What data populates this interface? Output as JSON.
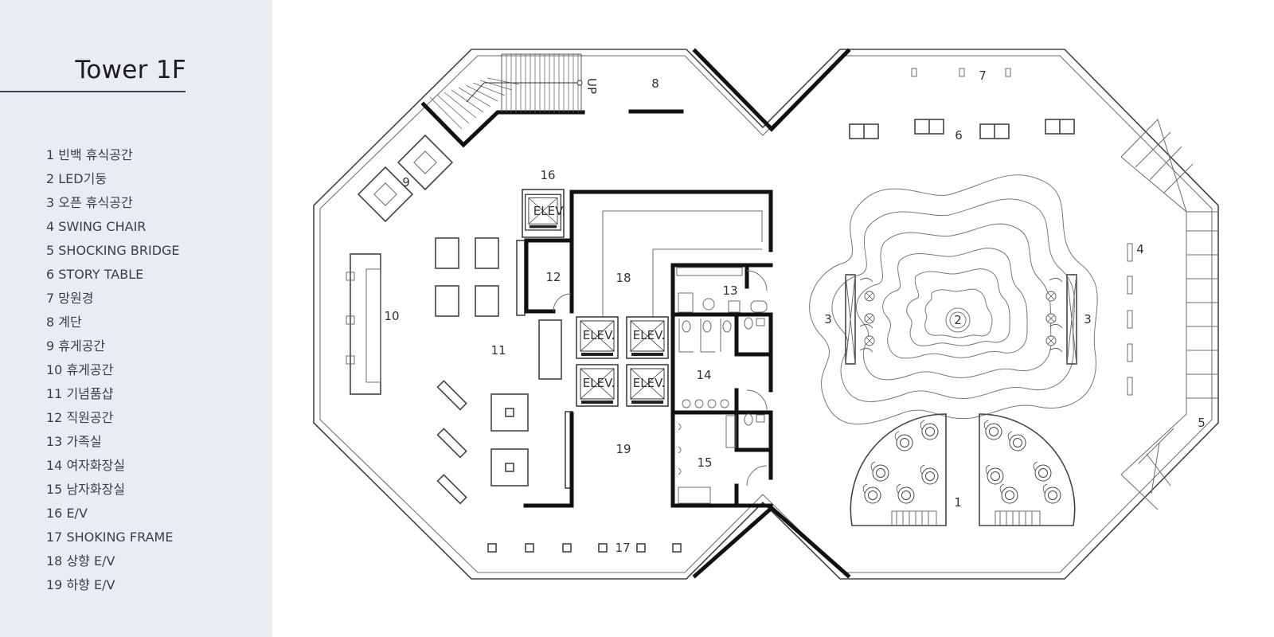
{
  "title": "Tower 1F",
  "legend": [
    "1 빈백 휴식공간",
    "2 LED기둥",
    "3 오픈 휴식공간",
    "4 SWING CHAIR",
    "5 SHOCKING BRIDGE",
    "6 STORY TABLE",
    "7 망원경",
    "8  계단",
    "9 휴게공간",
    "10 휴게공간",
    "11 기념품샵",
    "12 직원공간",
    "13 가족실",
    "14 여자화장실",
    "15 남자화장실",
    "16 E/V",
    "17 SHOKING FRAME",
    "18 상향 E/V",
    "19 하향 E/V"
  ],
  "plan": {
    "stair_label": "UP",
    "elevator_label": "ELEV.",
    "room_numbers": {
      "n1": "1",
      "n2": "2",
      "n3a": "3",
      "n3b": "3",
      "n4": "4",
      "n5": "5",
      "n6": "6",
      "n7": "7",
      "n8": "8",
      "n9": "9",
      "n10": "10",
      "n11": "11",
      "n12": "12",
      "n13": "13",
      "n14": "14",
      "n15": "15",
      "n16": "16",
      "n17": "17",
      "n18": "18",
      "n19": "19"
    }
  }
}
